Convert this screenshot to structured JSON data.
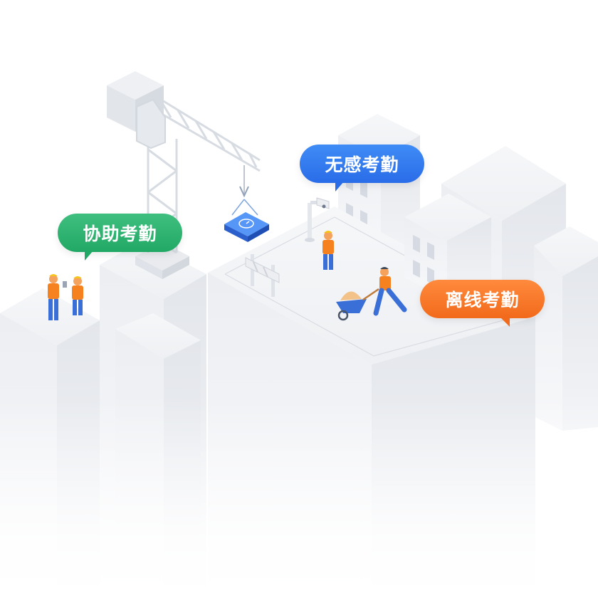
{
  "labels": {
    "assist_attendance": "协助考勤",
    "sensorless_attendance": "无感考勤",
    "offline_attendance": "离线考勤"
  },
  "colors": {
    "assist": "#2db873",
    "sensorless": "#3178f0",
    "offline": "#f5731f",
    "building": "#eeeff3",
    "worker_vest": "#f5821f",
    "worker_pants": "#3a6fd8"
  },
  "icons": [
    "tower-crane-icon",
    "attendance-device-icon",
    "camera-pole-icon",
    "road-barrier-icon",
    "wheelbarrow-icon",
    "construction-worker-icon"
  ]
}
